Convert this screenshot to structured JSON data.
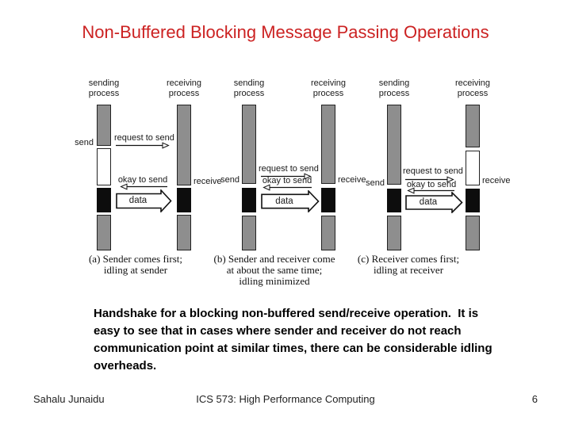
{
  "slide": {
    "title": "Non-Buffered Blocking Message Passing Operations"
  },
  "colors": {
    "title_red": "#cc2222",
    "bar_gray": "#8e8e8e",
    "bar_black": "#0d0d0d",
    "bar_white": "#ffffff"
  },
  "diagram": {
    "headers": {
      "sending": "sending",
      "receiving": "receiving",
      "process": "process"
    },
    "labels": {
      "send": "send",
      "receive": "receive",
      "request": "request to send",
      "okay": "okay to send",
      "data": "data"
    },
    "captions": {
      "a": [
        "(a) Sender comes first;",
        "idling at sender"
      ],
      "b": [
        "(b) Sender and receiver come",
        "at about the same time;",
        "idling minimized"
      ],
      "c": [
        "(c) Receiver comes first;",
        "idling at receiver"
      ]
    }
  },
  "body": {
    "lines": [
      "Handshake for a blocking non-buffered send/receive operation.  It is",
      "easy to see that in cases where sender and receiver do not reach",
      "communication point at similar times, there can be considerable idling",
      "overheads."
    ]
  },
  "footer": {
    "author": "Sahalu Junaidu",
    "course": "ICS 573: High Performance Computing",
    "page": "6"
  }
}
